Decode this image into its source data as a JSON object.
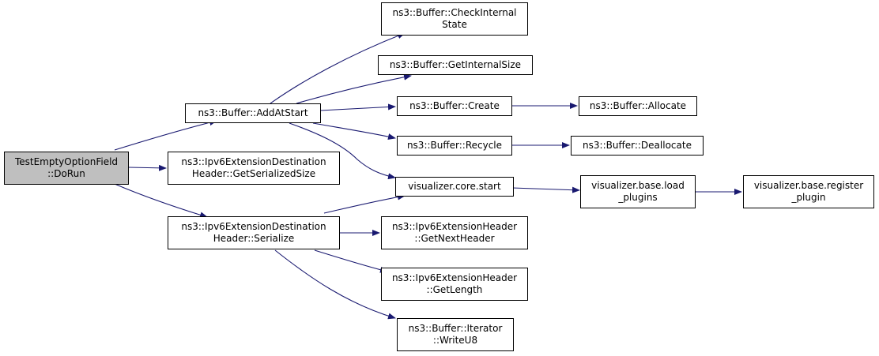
{
  "colors": {
    "edge": "#191970",
    "root_fill": "#bfbfbf",
    "node_fill": "#ffffff",
    "border": "#000000"
  },
  "nodes": {
    "do_run": "TestEmptyOptionField\n::DoRun",
    "add_at_start": "ns3::Buffer::AddAtStart",
    "get_serialized_size": "ns3::Ipv6ExtensionDestination\nHeader::GetSerializedSize",
    "serialize": "ns3::Ipv6ExtensionDestination\nHeader::Serialize",
    "check_internal_state": "ns3::Buffer::CheckInternal\nState",
    "get_internal_size": "ns3::Buffer::GetInternalSize",
    "create": "ns3::Buffer::Create",
    "recycle": "ns3::Buffer::Recycle",
    "core_start": "visualizer.core.start",
    "get_next_header": "ns3::Ipv6ExtensionHeader\n::GetNextHeader",
    "get_length": "ns3::Ipv6ExtensionHeader\n::GetLength",
    "write_u8": "ns3::Buffer::Iterator\n::WriteU8",
    "allocate": "ns3::Buffer::Allocate",
    "deallocate": "ns3::Buffer::Deallocate",
    "load_plugins": "visualizer.base.load\n_plugins",
    "register_plugin": "visualizer.base.register\n_plugin"
  }
}
